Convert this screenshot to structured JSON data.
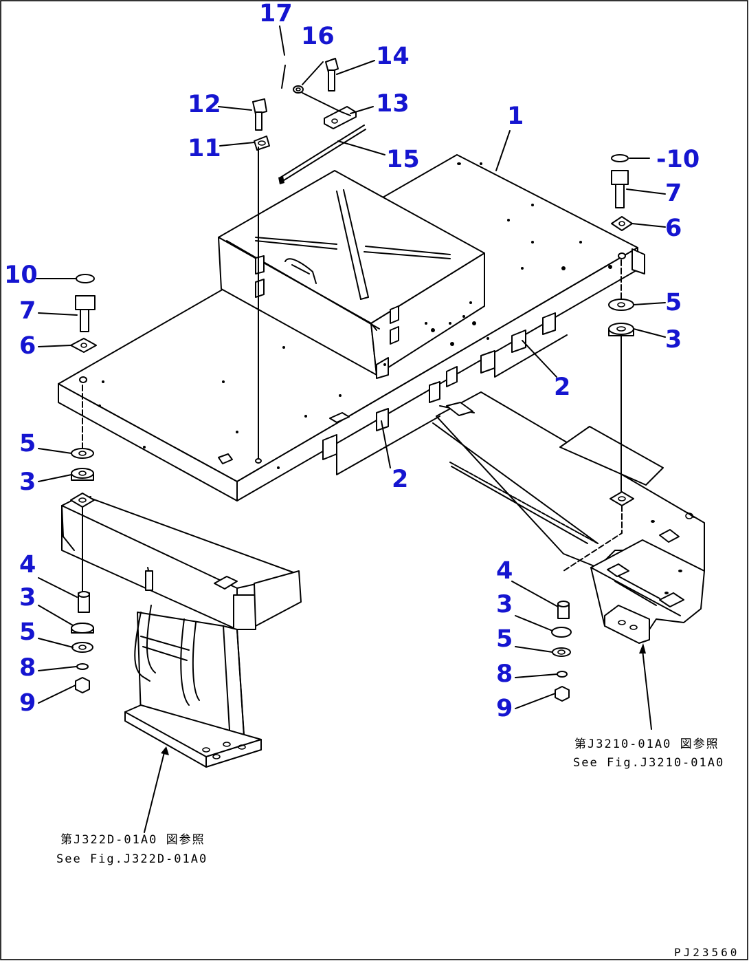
{
  "drawing_code": "PJ23560",
  "callouts": {
    "c1": "1",
    "c2a": "2",
    "c2b": "2",
    "c3a": "3",
    "c3b": "3",
    "c3c": "3",
    "c3d": "3",
    "c4a": "4",
    "c4b": "4",
    "c5a": "5",
    "c5b": "5",
    "c5c": "5",
    "c5d": "5",
    "c6a": "6",
    "c6b": "6",
    "c7a": "7",
    "c7b": "7",
    "c8a": "8",
    "c8b": "8",
    "c9a": "9",
    "c9b": "9",
    "c10a": "10",
    "c10b": "-10",
    "c11": "11",
    "c12": "12",
    "c13": "13",
    "c14": "14",
    "c15": "15",
    "c16": "16",
    "c17": "17"
  },
  "references": {
    "left_jp": "第J322D-01A0 図参照",
    "left_en": "See Fig.J322D-01A0",
    "right_jp": "第J3210-01A0 図参照",
    "right_en": "See Fig.J3210-01A0"
  },
  "colors": {
    "callout": "#1515d0",
    "line": "#000000",
    "background": "#ffffff"
  }
}
